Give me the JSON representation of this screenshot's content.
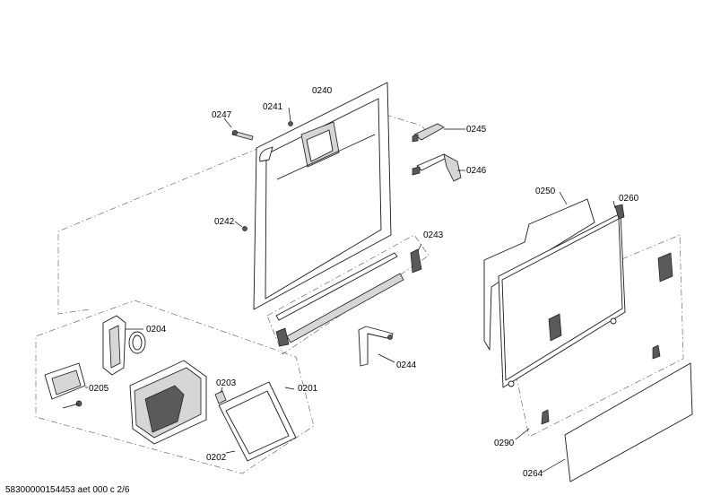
{
  "diagram": {
    "parts": [
      {
        "id": "p0240",
        "label": "0240"
      },
      {
        "id": "p0241",
        "label": "0241"
      },
      {
        "id": "p0247",
        "label": "0247"
      },
      {
        "id": "p0245",
        "label": "0245"
      },
      {
        "id": "p0246",
        "label": "0246"
      },
      {
        "id": "p0242",
        "label": "0242"
      },
      {
        "id": "p0243",
        "label": "0243"
      },
      {
        "id": "p0244",
        "label": "0244"
      },
      {
        "id": "p0250",
        "label": "0250"
      },
      {
        "id": "p0260",
        "label": "0260"
      },
      {
        "id": "p0204",
        "label": "0204"
      },
      {
        "id": "p0205",
        "label": "0205"
      },
      {
        "id": "p0203",
        "label": "0203"
      },
      {
        "id": "p0201",
        "label": "0201"
      },
      {
        "id": "p0202",
        "label": "0202"
      },
      {
        "id": "p0290",
        "label": "0290"
      },
      {
        "id": "p0264",
        "label": "0264"
      }
    ],
    "footer": "58300000154453 aet 000 c 2/6"
  }
}
